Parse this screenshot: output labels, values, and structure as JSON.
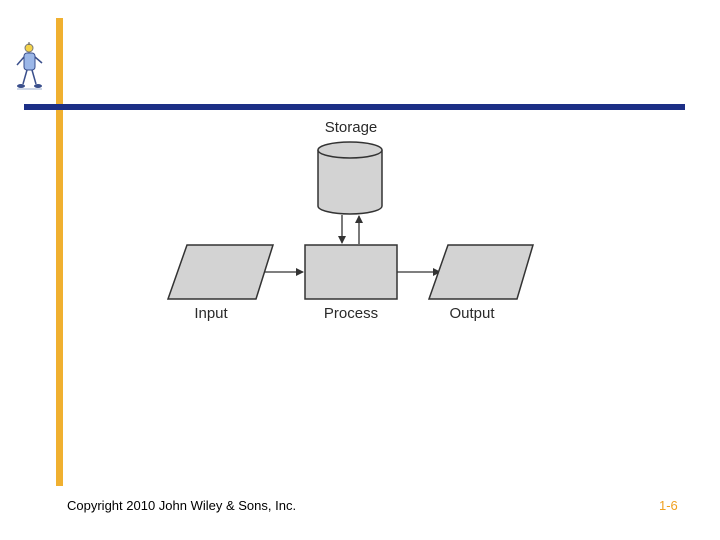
{
  "diagram": {
    "storage_label": "Storage",
    "input_label": "Input",
    "process_label": "Process",
    "output_label": "Output"
  },
  "footer": {
    "copyright": "Copyright 2010 John Wiley & Sons, Inc.",
    "page_number": "1-6"
  },
  "colors": {
    "accent_bar": "#f0b030",
    "title_rule": "#1c2f86",
    "shape_fill": "#d3d3d3",
    "page_number": "#f0a020"
  },
  "icons": {
    "logo": "cartoon-figure-icon"
  }
}
